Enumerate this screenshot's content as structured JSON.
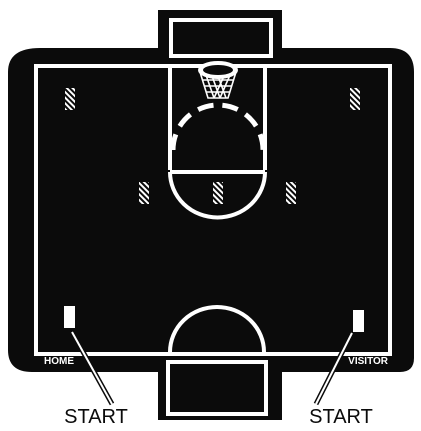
{
  "court": {
    "home_label": "HOME",
    "visitor_label": "VISITOR"
  },
  "callouts": {
    "home_start": "START",
    "visitor_start": "START"
  },
  "colors": {
    "court": "#0b0b0b",
    "lines": "#ffffff",
    "background": "#ffffff"
  }
}
